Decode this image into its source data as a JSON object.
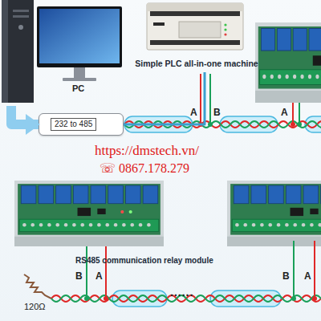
{
  "diagram": {
    "nodes": [
      {
        "text": [
          "PC"
        ]
      },
      {
        "text": [
          "232 to 485"
        ]
      },
      {
        "text": [
          "Simple PLC all-in-one machine"
        ]
      },
      {
        "text": [
          "RS485 communication relay module"
        ]
      }
    ],
    "edges": [
      {
        "from": 0,
        "to": 1,
        "arrow": "to"
      },
      {
        "from": 1,
        "to": 2,
        "arrow": "none"
      }
    ],
    "labels": [
      "A",
      "B",
      "A",
      "https://dmstech.vn/",
      "☏ 0867.178.279",
      "B",
      "A",
      "......",
      "B",
      "A",
      "120Ω"
    ]
  }
}
